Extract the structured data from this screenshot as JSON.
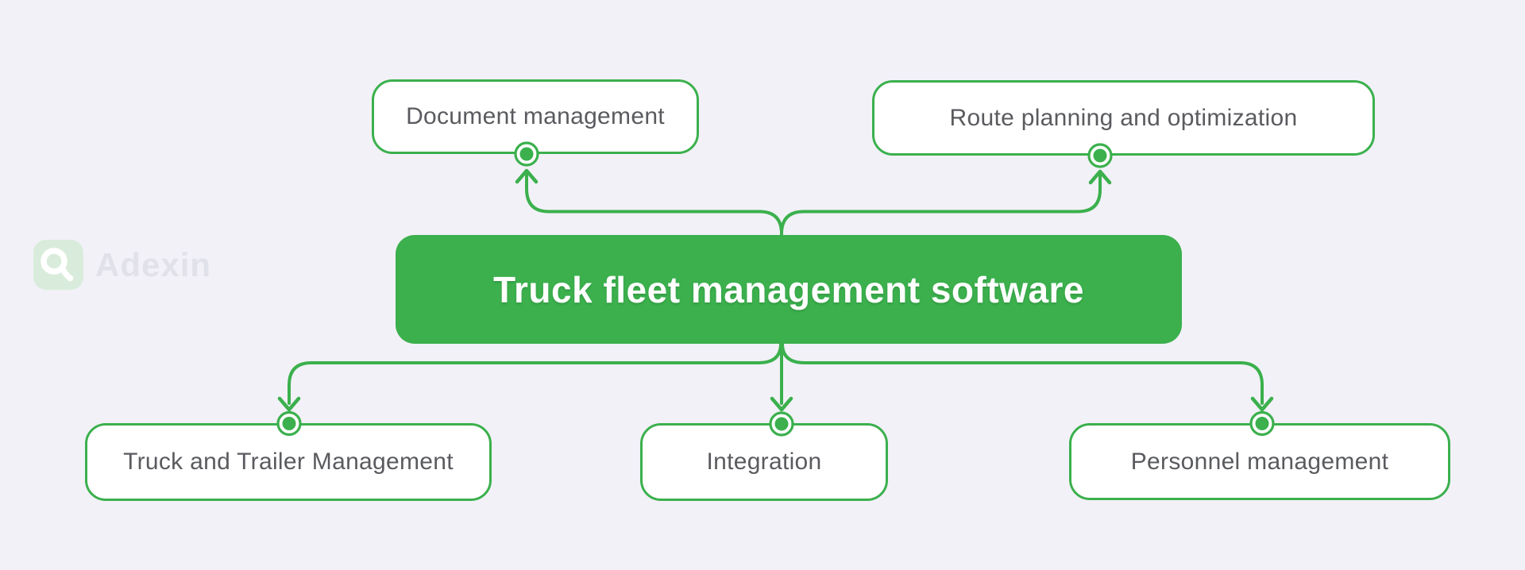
{
  "colors": {
    "background": "#f2f1f7",
    "green": "#3bb04d",
    "node_fill": "#ffffff",
    "label_text": "#5a5b5f",
    "title_text": "#ffffff",
    "watermark_text": "#e1e1e9",
    "watermark_icon_bg": "#d9ecdb"
  },
  "watermark": {
    "brand": "Adexin"
  },
  "diagram": {
    "center": {
      "label": "Truck fleet management software"
    },
    "top_nodes": [
      {
        "label": "Document management"
      },
      {
        "label": "Route planning and optimization"
      }
    ],
    "bottom_nodes": [
      {
        "label": "Truck and Trailer Management"
      },
      {
        "label": "Integration"
      },
      {
        "label": "Personnel management"
      }
    ]
  }
}
